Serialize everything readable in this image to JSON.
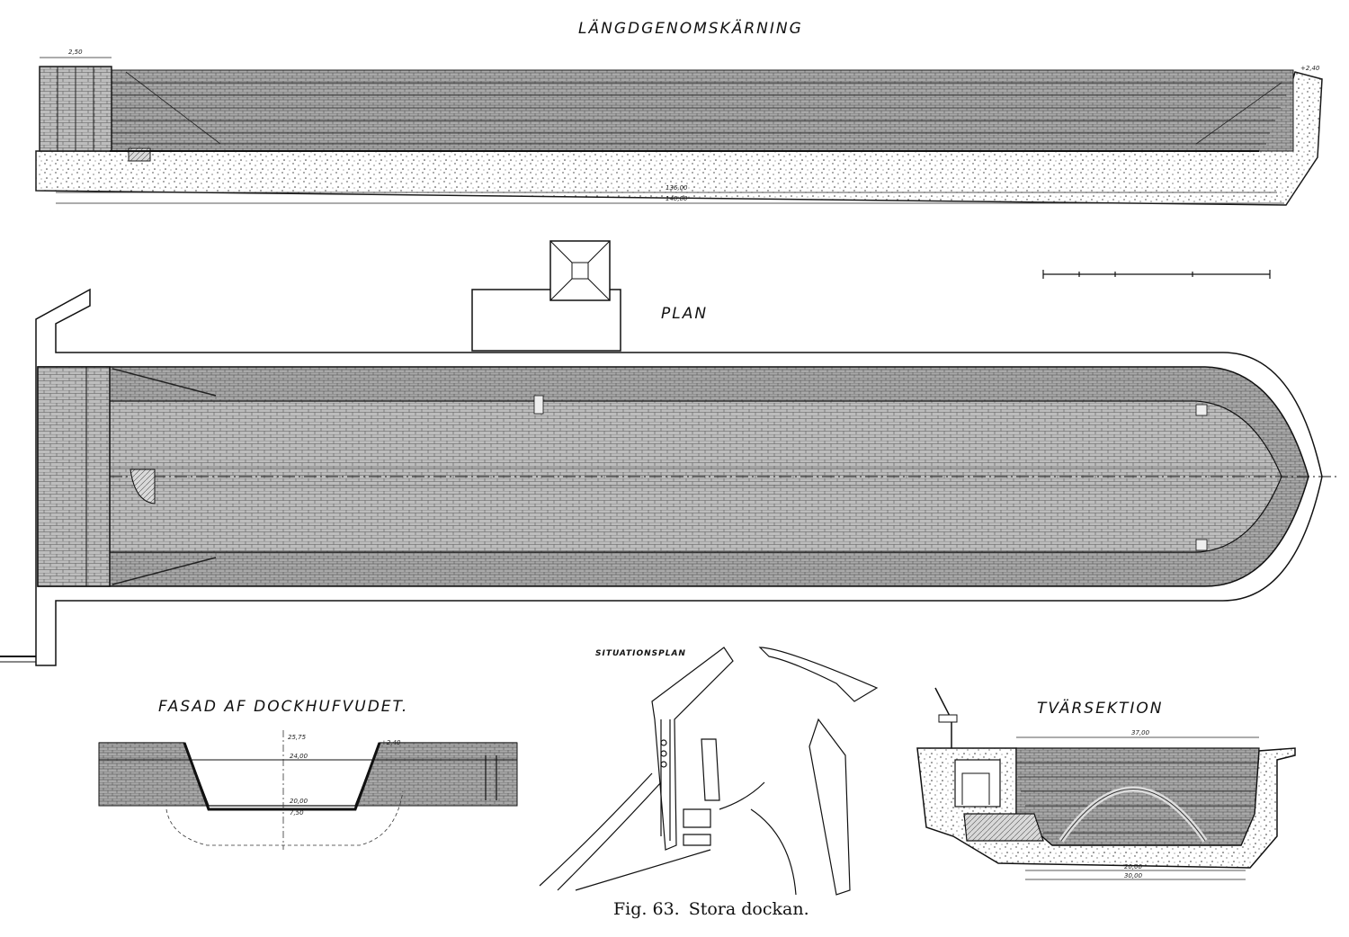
{
  "labels": {
    "longitudinal_section": "LÄNGDGENOMSKÄRNING",
    "plan": "PLAN",
    "facade": "FASAD AF DOCKHUFVUDET.",
    "situation_plan": "SITUATIONSPLAN",
    "cross_section": "TVÄRSEKTION"
  },
  "caption": {
    "figure": "Fig. 63.",
    "title": "Stora dockan."
  },
  "annotations": {
    "long_top_left": "2,50",
    "long_top_right": "+2,40",
    "long_dim_1": "136,00",
    "long_dim_2": "140,00",
    "facade_top": "25,75",
    "facade_right": "+2,40",
    "facade_mid": "24,00",
    "facade_bottom": "20,00",
    "facade_lowest": "7,50",
    "cross_top": "37,00",
    "cross_dim_1": "20,00",
    "cross_dim_2": "30,00"
  },
  "colors": {
    "ink": "#1a1a1a",
    "stone_fill": "#cfcfcf",
    "paper": "#ffffff"
  }
}
